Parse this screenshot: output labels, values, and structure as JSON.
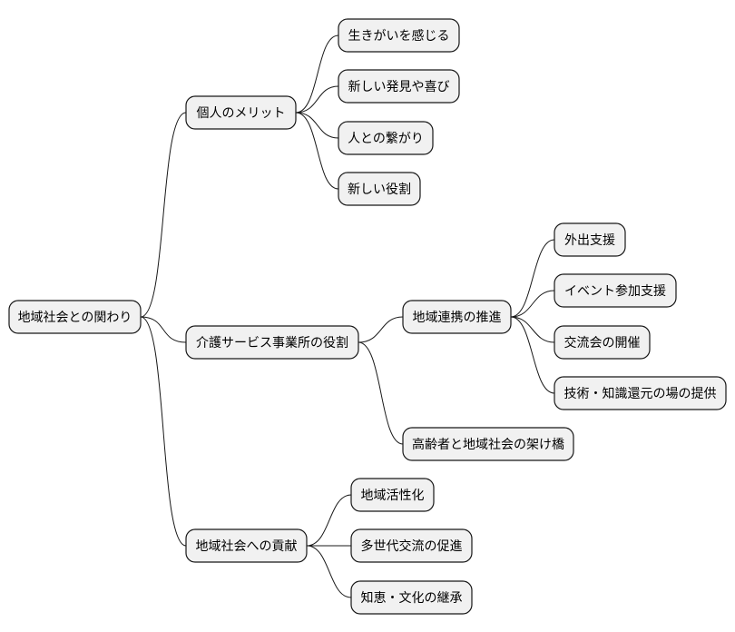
{
  "mindmap": {
    "root": {
      "label": "地域社会との関わり",
      "children": [
        {
          "label": "個人のメリット",
          "children": [
            {
              "label": "生きがいを感じる"
            },
            {
              "label": "新しい発見や喜び"
            },
            {
              "label": "人との繋がり"
            },
            {
              "label": "新しい役割"
            }
          ]
        },
        {
          "label": "介護サービス事業所の役割",
          "children": [
            {
              "label": "地域連携の推進",
              "children": [
                {
                  "label": "外出支援"
                },
                {
                  "label": "イベント参加支援"
                },
                {
                  "label": "交流会の開催"
                },
                {
                  "label": "技術・知識還元の場の提供"
                }
              ]
            },
            {
              "label": "高齢者と地域社会の架け橋"
            }
          ]
        },
        {
          "label": "地域社会への貢献",
          "children": [
            {
              "label": "地域活性化"
            },
            {
              "label": "多世代交流の促進"
            },
            {
              "label": "知恵・文化の継承"
            }
          ]
        }
      ]
    },
    "colors": {
      "node_fill": "#f1f1f1",
      "node_stroke": "#181818",
      "line": "#181818",
      "text": "#000000"
    }
  }
}
